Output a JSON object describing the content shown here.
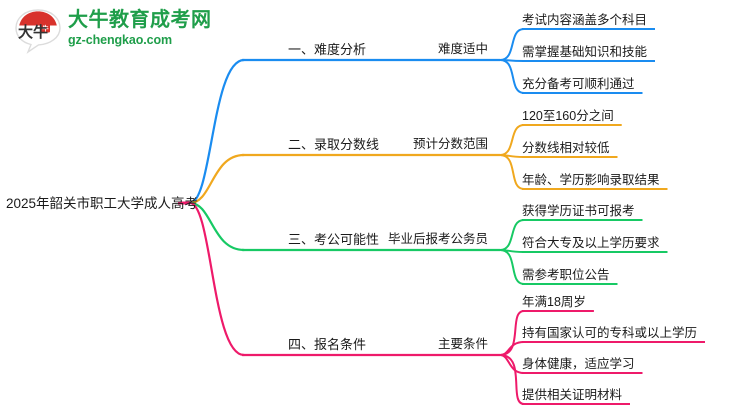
{
  "logo": {
    "name": "大牛教育成考网",
    "url": "gz-chengkao.com",
    "mark_text": "大牛",
    "brand_green": "#1f9e4a",
    "brand_red": "#d8322c"
  },
  "mindmap": {
    "root": {
      "label": "2025年韶关市职工大学成人高考"
    },
    "branches": [
      {
        "index": "1",
        "color": "#1a8cf0",
        "l1": "一、难度分析",
        "l2": "难度适中",
        "leaves": [
          "考试内容涵盖多个科目",
          "需掌握基础知识和技能",
          "充分备考可顺利通过"
        ]
      },
      {
        "index": "2",
        "color": "#f0a81e",
        "l1": "二、录取分数线",
        "l2": "预计分数范围",
        "leaves": [
          "120至160分之间",
          "分数线相对较低",
          "年龄、学历影响录取结果"
        ]
      },
      {
        "index": "3",
        "color": "#17c964",
        "l1": "三、考公可能性",
        "l2": "毕业后报考公务员",
        "leaves": [
          "获得学历证书可报考",
          "符合大专及以上学历要求",
          "需参考职位公告"
        ]
      },
      {
        "index": "4",
        "color": "#ee1a6a",
        "l1": "四、报名条件",
        "l2": "主要条件",
        "leaves": [
          "年满18周岁",
          "持有国家认可的专科或以上学历",
          "身体健康，适应学习",
          "提供相关证明材料"
        ]
      }
    ]
  }
}
